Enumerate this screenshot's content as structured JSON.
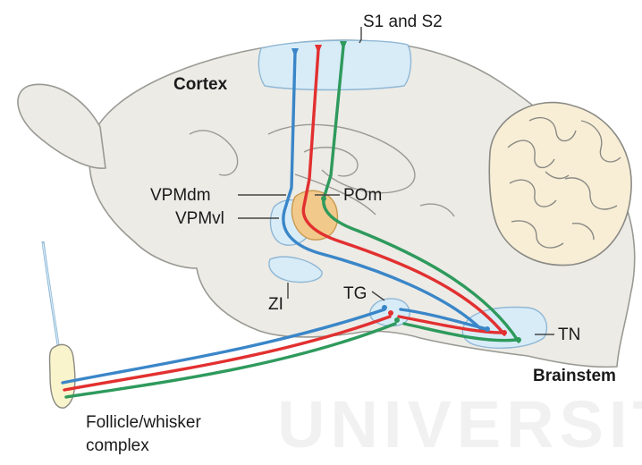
{
  "labels": {
    "s1_s2": "S1 and S2",
    "cortex": "Cortex",
    "vpmdm": "VPMdm",
    "pom": "POm",
    "vpmvl": "VPMvl",
    "zi": "ZI",
    "tg": "TG",
    "tn": "TN",
    "brainstem": "Brainstem",
    "follicle_line1": "Follicle/whisker",
    "follicle_line2": "complex"
  },
  "watermark": "UNIVERSITAS",
  "colors": {
    "pathway_blue": "#3a86c8",
    "pathway_red": "#e23030",
    "pathway_green": "#2e9a5c",
    "nucleus_fill": "#d8ecf8",
    "pom_fill": "#f1c98a",
    "brain_fill": "#ecebe6",
    "cerebellum_fill": "#f8eed6"
  }
}
